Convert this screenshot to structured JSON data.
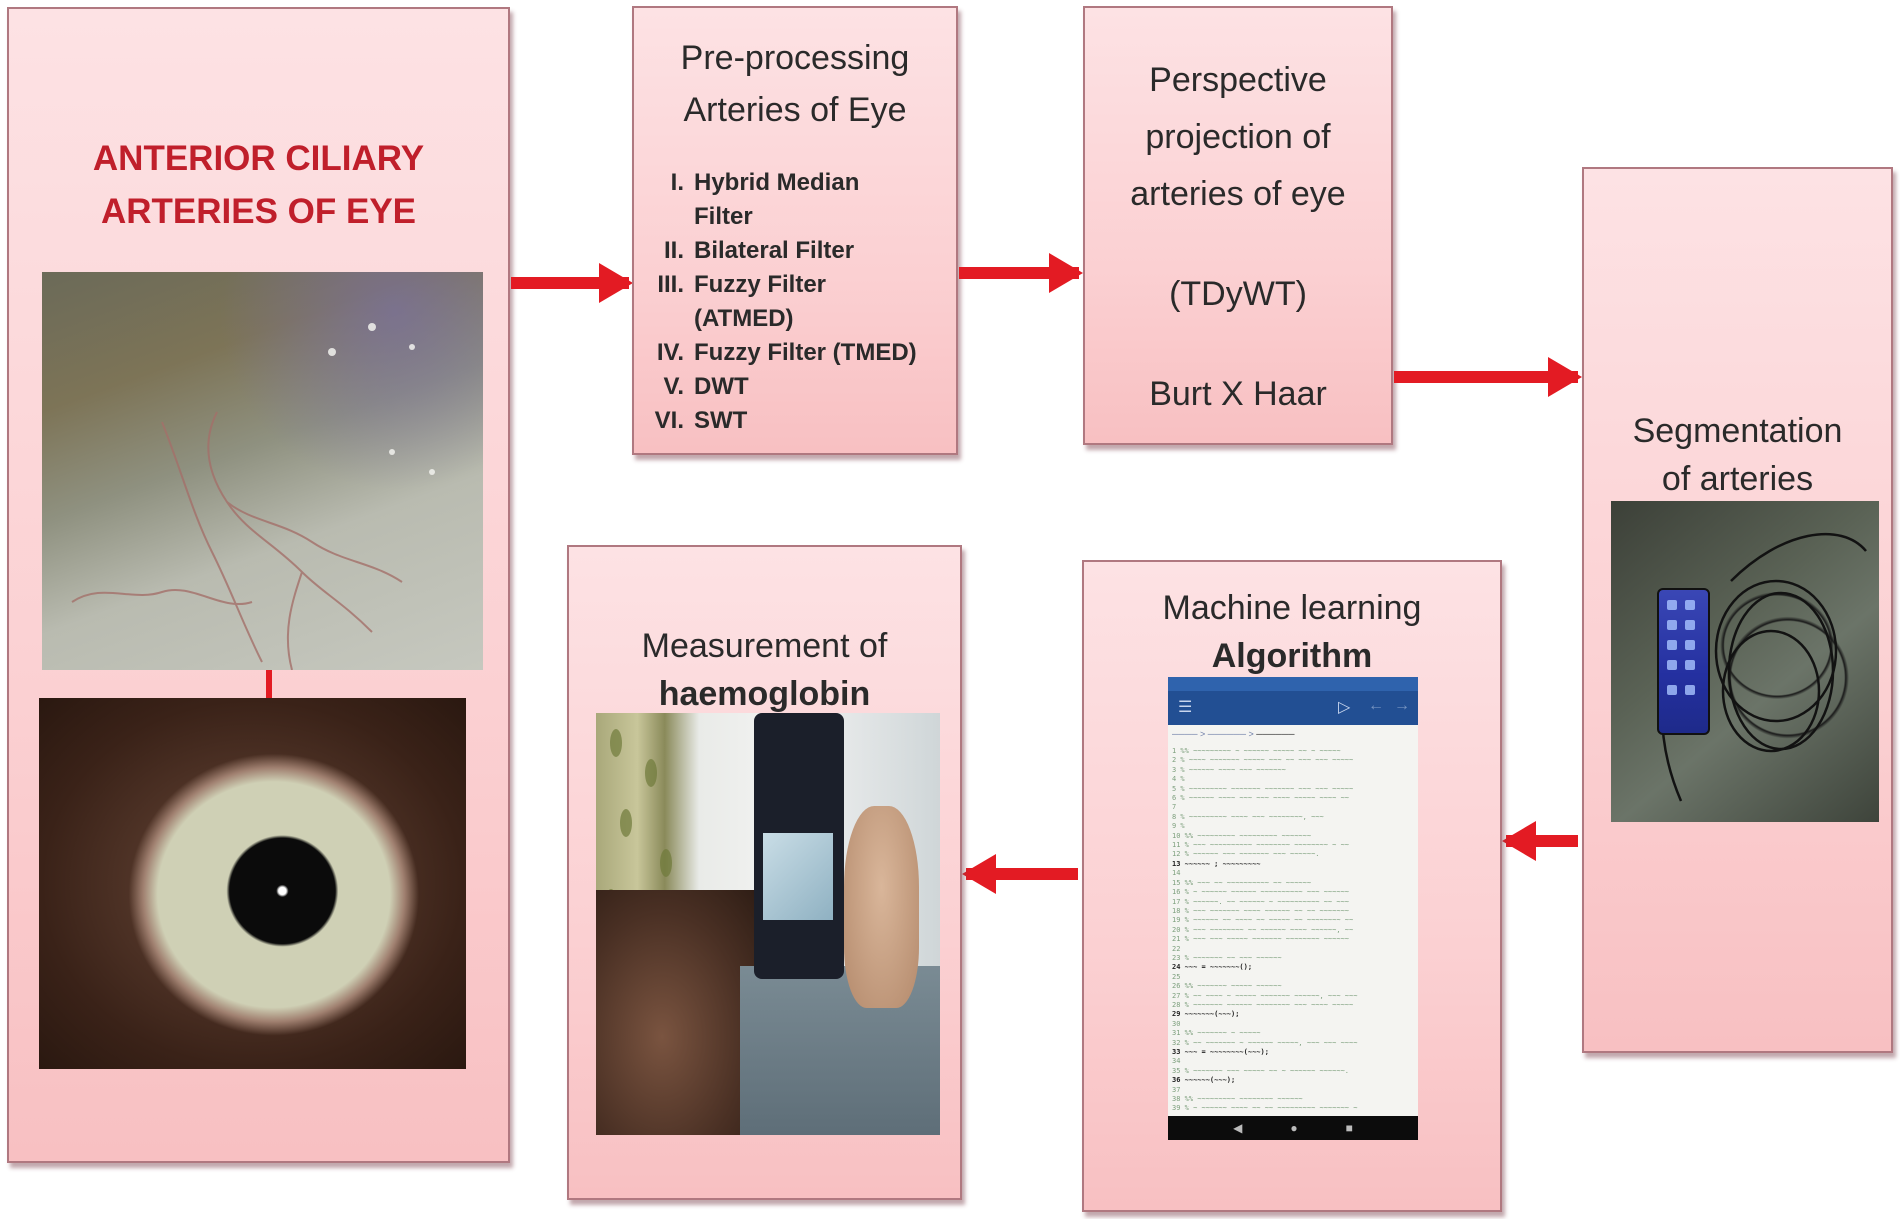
{
  "diagram": {
    "colors": {
      "box_fill": "#fbd4d6",
      "box_border": "#b07880",
      "arrow": "#e31b23",
      "title_red": "#c01f2b",
      "text": "#2a2a2a"
    },
    "nodes": {
      "anterior": {
        "title_line1": "ANTERIOR CILIARY",
        "title_line2": "ARTERIES OF EYE",
        "images": [
          "sclera-vessels-photo",
          "eye-closeup-photo"
        ]
      },
      "preprocessing": {
        "title_line1": "Pre-processing",
        "title_line2": "Arteries of Eye",
        "items": [
          {
            "num": "I.",
            "line1": "Hybrid Median",
            "line2": "Filter"
          },
          {
            "num": "II.",
            "line1": "Bilateral Filter"
          },
          {
            "num": "III.",
            "line1": "Fuzzy Filter",
            "line2": "(ATMED)"
          },
          {
            "num": "IV.",
            "line1": "Fuzzy Filter (TMED)"
          },
          {
            "num": "V.",
            "line1": "DWT"
          },
          {
            "num": "VI.",
            "line1": "SWT"
          }
        ]
      },
      "perspective": {
        "line1": "Perspective",
        "line2": "projection of",
        "line3": "arteries of eye",
        "line4": "(TDyWT)",
        "line5": "Burt X Haar"
      },
      "segmentation": {
        "line1": "Segmentation",
        "line2": "of arteries",
        "image": "endoscope-camera-with-phone-photo"
      },
      "machine_learning": {
        "line1": "Machine learning",
        "line2": "Algorithm",
        "image": "code-editor-phone-screenshot",
        "nav_icons": [
          "back-icon",
          "home-icon",
          "recents-icon"
        ]
      },
      "measurement": {
        "line1": "Measurement of",
        "line2": "haemoglobin",
        "image": "person-holding-phone-to-eye-photo"
      }
    },
    "edges": [
      {
        "from": "anterior",
        "to": "preprocessing",
        "direction": "right"
      },
      {
        "from": "preprocessing",
        "to": "perspective",
        "direction": "right"
      },
      {
        "from": "perspective",
        "to": "segmentation",
        "direction": "right"
      },
      {
        "from": "segmentation",
        "to": "machine_learning",
        "direction": "left"
      },
      {
        "from": "machine_learning",
        "to": "measurement",
        "direction": "left"
      }
    ]
  }
}
